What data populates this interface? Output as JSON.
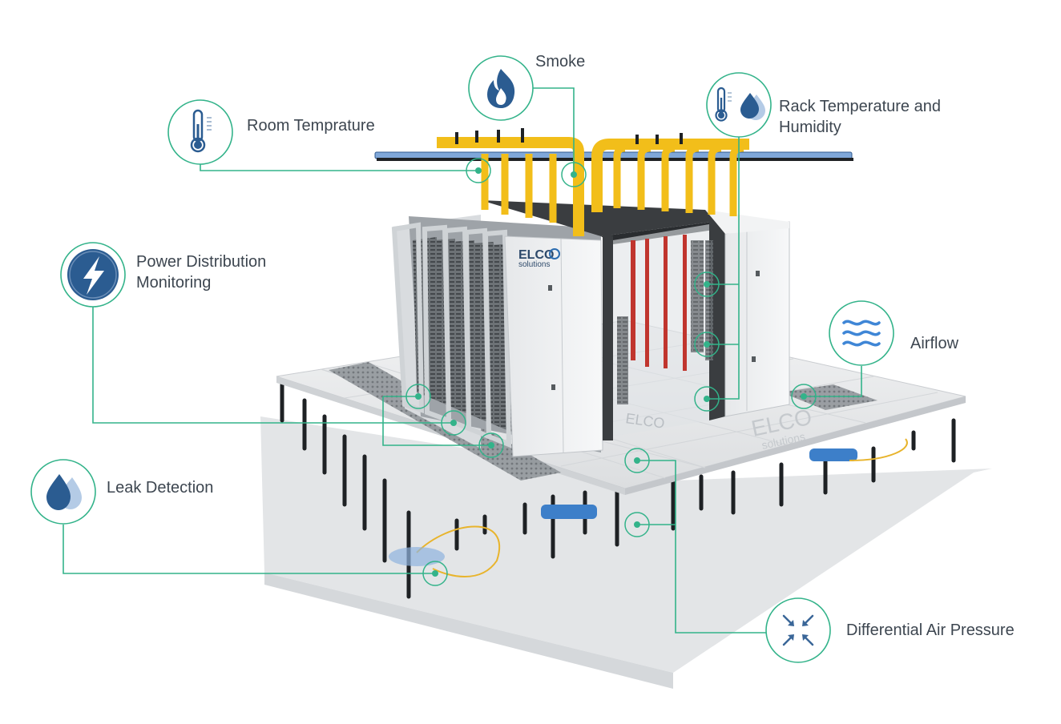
{
  "brand": {
    "logo_name": "ELCO",
    "logo_subtitle": "solutions",
    "accent_color": "#33b38a",
    "icon_color": "#2b5c91",
    "icon_light_color": "#b4cbe6"
  },
  "sensors": [
    {
      "id": "smoke",
      "label": "Smoke",
      "icon": "fire-icon"
    },
    {
      "id": "room_temperature",
      "label": "Room Temprature",
      "icon": "thermometer-icon"
    },
    {
      "id": "rack_temperature_humidity",
      "label": "Rack Temperature and\nHumidity",
      "icon": "thermometer-drop-icon"
    },
    {
      "id": "power_distribution",
      "label": "Power Distribution\nMonitoring",
      "icon": "lightning-icon"
    },
    {
      "id": "airflow",
      "label": "Airflow",
      "icon": "airflow-waves-icon"
    },
    {
      "id": "leak_detection",
      "label": "Leak Detection",
      "icon": "water-drop-icon"
    },
    {
      "id": "differential_air_pressure",
      "label": "Differential Air Pressure",
      "icon": "pressure-arrows-icon"
    }
  ]
}
